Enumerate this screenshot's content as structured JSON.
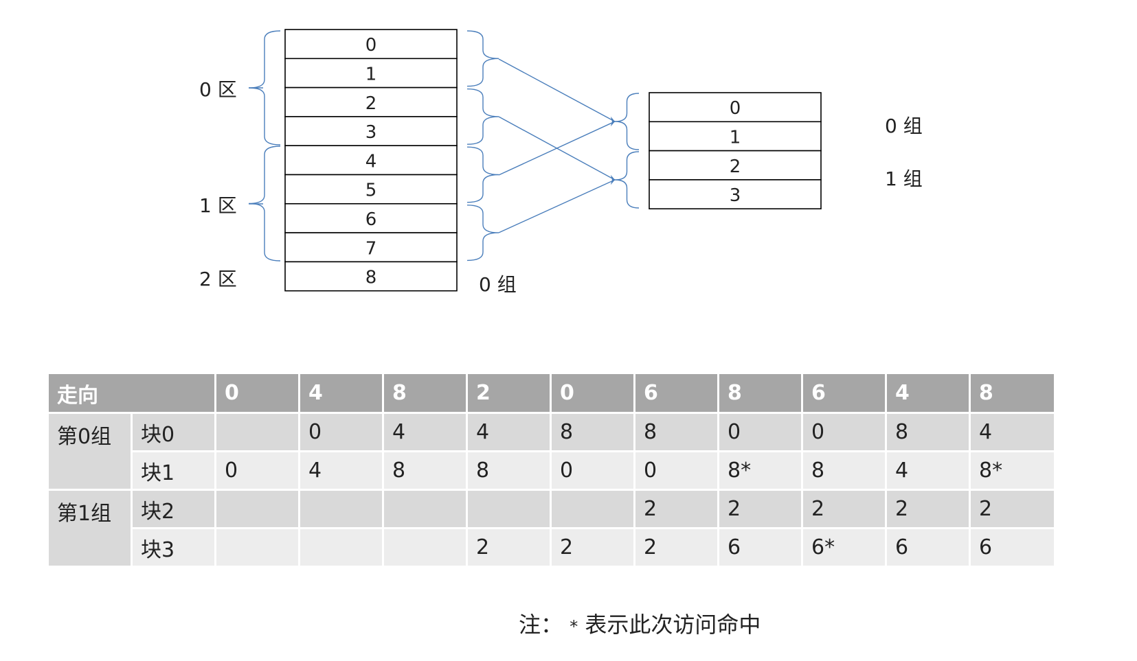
{
  "main_memory": {
    "blocks": [
      "0",
      "1",
      "2",
      "3",
      "4",
      "5",
      "6",
      "7",
      "8"
    ],
    "zones": [
      "0 区",
      "1 区",
      "2 区"
    ],
    "group_label": "0 组"
  },
  "cache": {
    "blocks": [
      "0",
      "1",
      "2",
      "3"
    ],
    "groups": [
      "0 组",
      "1 组"
    ]
  },
  "colors": {
    "bracket": "#4a7ebb",
    "mapping_line": "#4a7ebb",
    "table_header": "#a6a6a6",
    "row_dark": "#d9d9d9",
    "row_light": "#ededed"
  },
  "table": {
    "header": {
      "label": "走向",
      "values": [
        "0",
        "4",
        "8",
        "2",
        "0",
        "6",
        "8",
        "6",
        "4",
        "8"
      ]
    },
    "groups": [
      {
        "label": "第0组",
        "rows": [
          {
            "block": "块0",
            "cells": [
              "",
              "0",
              "4",
              "4",
              "8",
              "8",
              "0",
              "0",
              "8",
              "4"
            ]
          },
          {
            "block": "块1",
            "cells": [
              "0",
              "4",
              "8",
              "8",
              "0",
              "0",
              "8*",
              "8",
              "4",
              "8*"
            ]
          }
        ]
      },
      {
        "label": "第1组",
        "rows": [
          {
            "block": "块2",
            "cells": [
              "",
              "",
              "",
              "",
              "",
              "2",
              "2",
              "2",
              "2",
              "2"
            ]
          },
          {
            "block": "块3",
            "cells": [
              "",
              "",
              "",
              " 2",
              "2",
              "2",
              "6",
              "6*",
              "6",
              "6"
            ]
          }
        ]
      }
    ]
  },
  "note": {
    "prefix": "注：",
    "star": "*",
    "text": "表示此次访问命中"
  }
}
